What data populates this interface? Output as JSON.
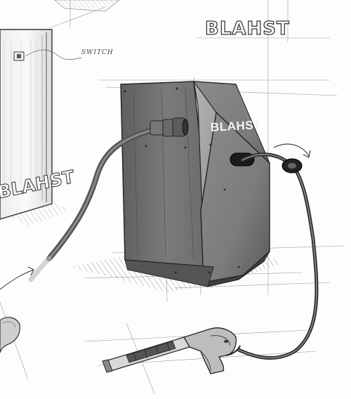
{
  "logos": {
    "top": "BLAHST",
    "reel_housing": "BLAHST",
    "cabinet": "BLAHST"
  },
  "annotations": {
    "switch_label": "SWITCH"
  }
}
